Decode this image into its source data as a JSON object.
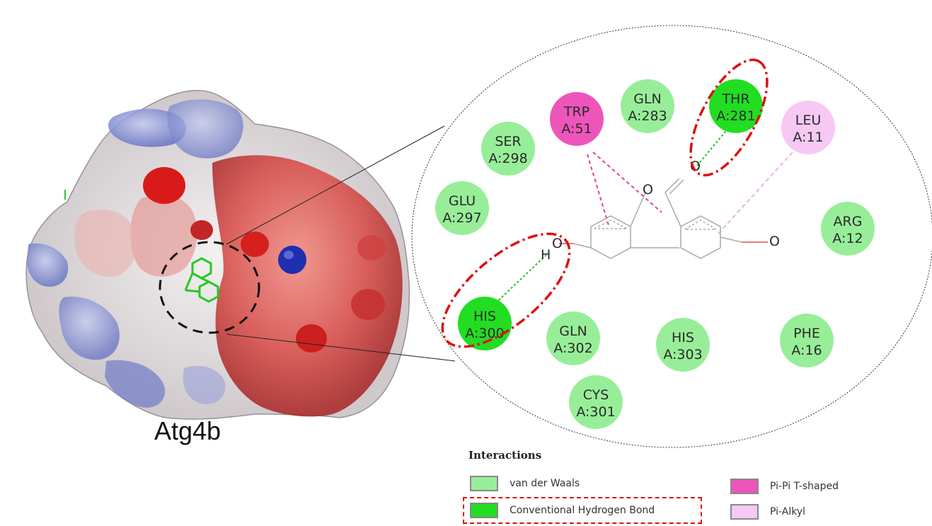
{
  "protein_label": "Atg4b",
  "legend": {
    "title": "Interactions",
    "items": [
      {
        "label": "van der Waals",
        "color": "#98ee98"
      },
      {
        "label": "Conventional Hydrogen Bond",
        "color": "#22dd22"
      },
      {
        "label": "Pi-Pi T-shaped",
        "color": "#ee55bb"
      },
      {
        "label": "Pi-Alkyl",
        "color": "#f7c8f3"
      }
    ]
  },
  "residues": [
    {
      "id": "gln283",
      "name": "GLN",
      "num": "A:283",
      "type": "van der Waals"
    },
    {
      "id": "thr281",
      "name": "THR",
      "num": "A:281",
      "type": "Conventional Hydrogen Bond"
    },
    {
      "id": "trp51",
      "name": "TRP",
      "num": "A:51",
      "type": "Pi-Pi T-shaped"
    },
    {
      "id": "leu11",
      "name": "LEU",
      "num": "A:11",
      "type": "Pi-Alkyl"
    },
    {
      "id": "ser298",
      "name": "SER",
      "num": "A:298",
      "type": "van der Waals"
    },
    {
      "id": "glu297",
      "name": "GLU",
      "num": "A:297",
      "type": "van der Waals"
    },
    {
      "id": "arg12",
      "name": "ARG",
      "num": "A:12",
      "type": "van der Waals"
    },
    {
      "id": "his300",
      "name": "HIS",
      "num": "A:300",
      "type": "Conventional Hydrogen Bond"
    },
    {
      "id": "gln302",
      "name": "GLN",
      "num": "A:302",
      "type": "van der Waals"
    },
    {
      "id": "his303",
      "name": "HIS",
      "num": "A:303",
      "type": "van der Waals"
    },
    {
      "id": "phe16",
      "name": "PHE",
      "num": "A:16",
      "type": "van der Waals"
    },
    {
      "id": "cys301",
      "name": "CYS",
      "num": "A:301",
      "type": "van der Waals"
    }
  ],
  "ligand_atoms": {
    "oxygen": "O",
    "hydrogen": "H"
  },
  "colors": {
    "ring_highlight": "#dd1111",
    "hbond_line": "#22bb22",
    "pi_line": "#dd4499",
    "pi_alkyl_line": "#e6b3e6"
  }
}
